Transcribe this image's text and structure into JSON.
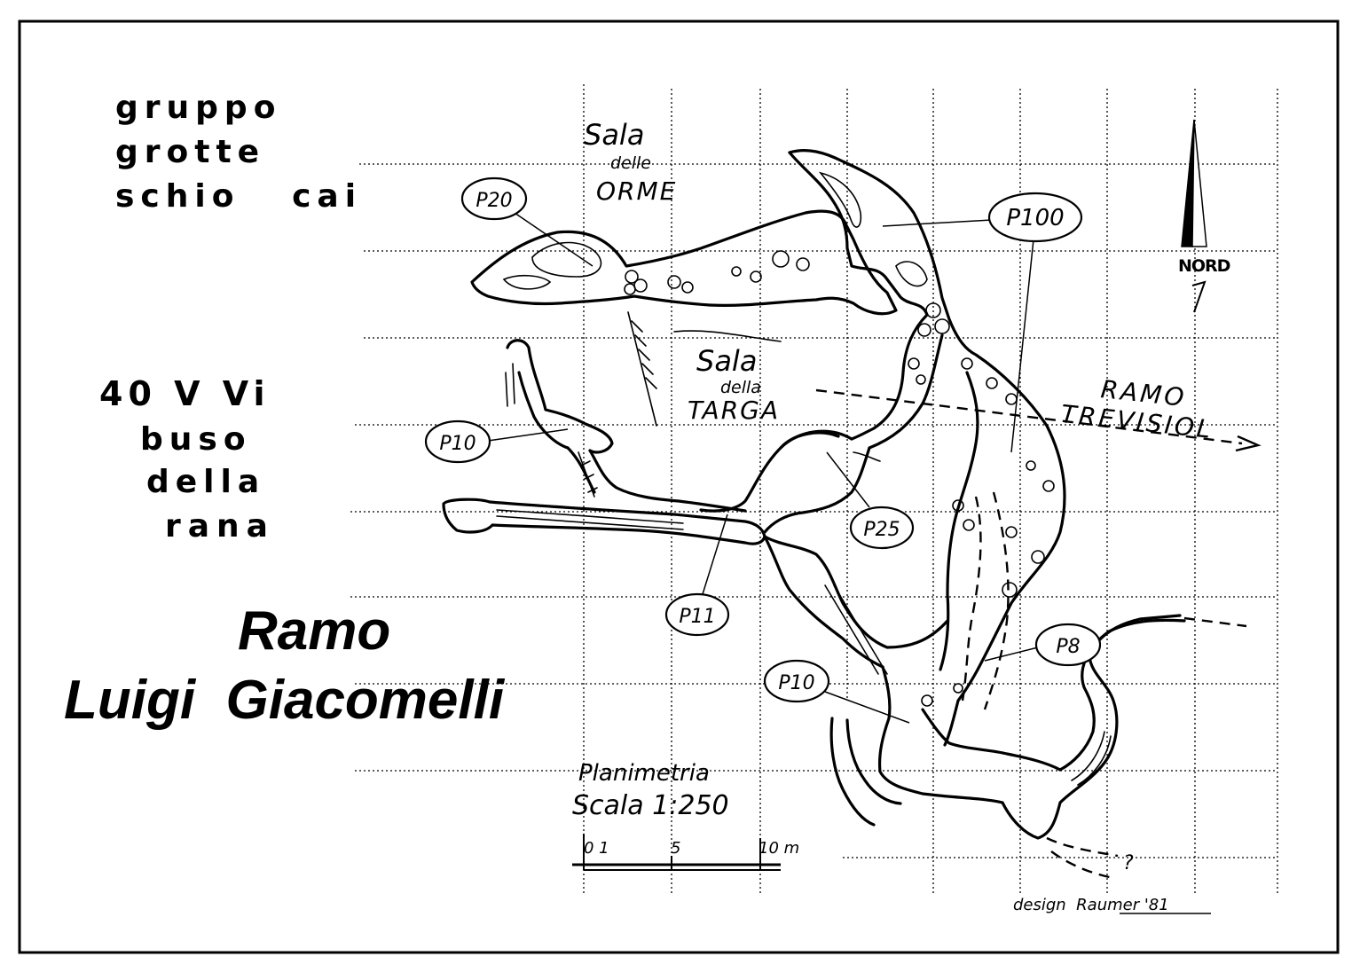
{
  "header": {
    "group_lines": [
      "gruppo",
      "grotte",
      "schio   cai"
    ]
  },
  "cave_id": {
    "lines": [
      "40 V Vi",
      "buso",
      "della",
      "rana"
    ]
  },
  "main_title": {
    "line1": "Ramo",
    "line2": "Luigi  Giacomelli"
  },
  "rooms": {
    "orme": {
      "l1": "Sala",
      "l2": "delle",
      "l3": "ORME"
    },
    "targa": {
      "l1": "Sala",
      "l2": "della",
      "l3": "TARGA"
    }
  },
  "branch": {
    "l1": "RAMO",
    "l2": "TREVISIOL"
  },
  "shafts": [
    "P20",
    "P100",
    "P10",
    "P25",
    "P11",
    "P8",
    "P10"
  ],
  "north": {
    "label": "NORD"
  },
  "scale": {
    "title": "Planimetria",
    "ratio": "Scala 1:250",
    "ticks": [
      "0 1",
      "5",
      "10 m"
    ]
  },
  "credit": "design  Raumer '81",
  "unknown_mark": "?",
  "colors": {
    "ink": "#000000",
    "paper": "#ffffff"
  }
}
